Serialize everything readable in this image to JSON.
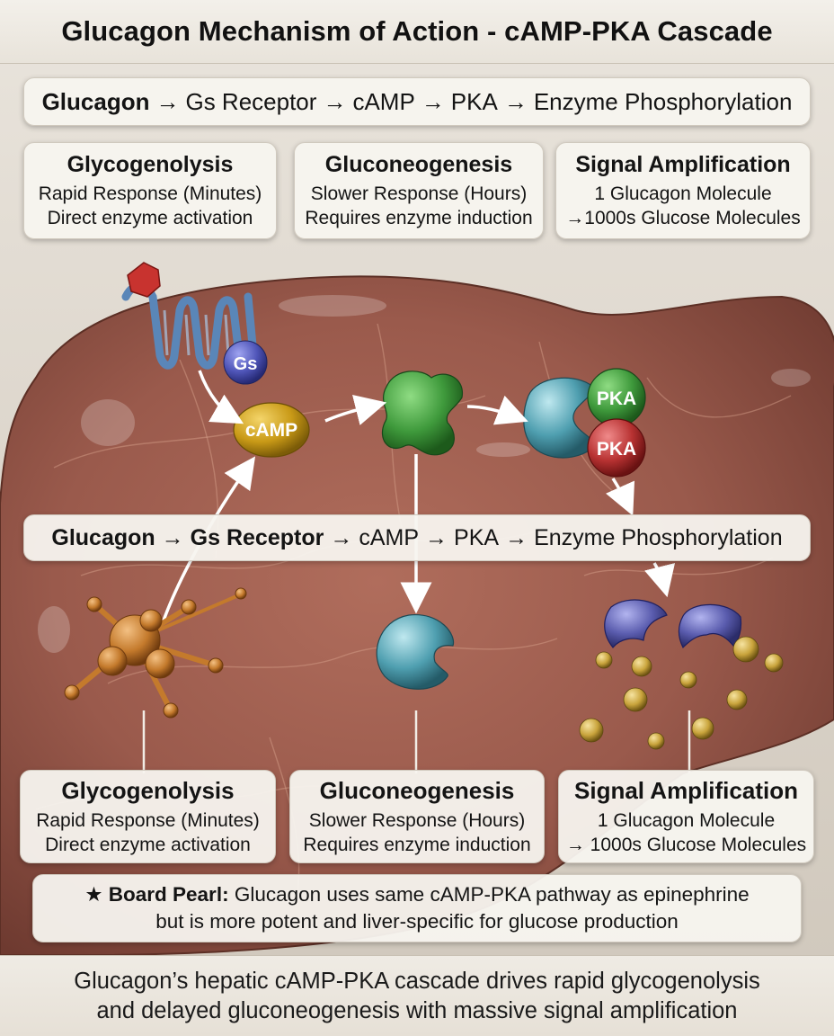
{
  "title": "Glucagon Mechanism of Action - cAMP-PKA Cascade",
  "top_flow": {
    "start": "Glucagon",
    "arrow": "→",
    "steps": [
      "Gs Receptor",
      "cAMP",
      "PKA",
      "Enzyme Phosphorylation"
    ]
  },
  "top_cards": [
    {
      "heading": "Glycogenolysis",
      "line1": "Rapid Response (Minutes)",
      "line2": "Direct enzyme activation"
    },
    {
      "heading": "Gluconeogenesis",
      "line1": "Slower Response (Hours)",
      "line2": "Requires enzyme induction"
    },
    {
      "heading": "Signal Amplification",
      "line1": "1 Glucagon Molecule",
      "line2": "→1000s Glucose Molecules"
    }
  ],
  "molecules": {
    "gs": "Gs",
    "camp": "cAMP",
    "pka_1": "PKA",
    "pka_2": "PKA"
  },
  "mid_flow": {
    "start": "Glucagon",
    "arrow": "→",
    "receptor": "Gs Receptor",
    "steps": [
      "cAMP",
      "PKA",
      "Enzyme Phosphorylation"
    ]
  },
  "bottom_cards": [
    {
      "heading": "Glycogenolysis",
      "line1": "Rapid Response (Minutes)",
      "line2": "Direct enzyme activation"
    },
    {
      "heading": "Gluconeogenesis",
      "line1": "Slower Response (Hours)",
      "line2": "Requires enzyme induction"
    },
    {
      "heading": "Signal Amplification",
      "line1": "1 Glucagon Molecule",
      "line2": "→ 1000s Glucose Molecules"
    }
  ],
  "pearl": {
    "star": "★",
    "label": "Board Pearl:",
    "line1": "Glucagon uses same cAMP-PKA pathway as epinephrine",
    "line2": "but is more potent and liver-specific for glucose production"
  },
  "caption": {
    "line1": "Glucagon’s hepatic cAMP-PKA cascade drives rapid glycogenolysis",
    "line2": "and delayed gluconeogenesis with massive signal amplification"
  },
  "colors": {
    "liver": "#9a5a4c",
    "camp": "#c99a17",
    "gs": "#4f55b8",
    "pka_green": "#3f9a3c",
    "pka_red": "#b83232",
    "enzyme_green": "#3f8f3a",
    "enzyme_teal": "#4f9fb0",
    "enzyme_purple": "#5a5cae",
    "glucose": "#c9a43c"
  }
}
